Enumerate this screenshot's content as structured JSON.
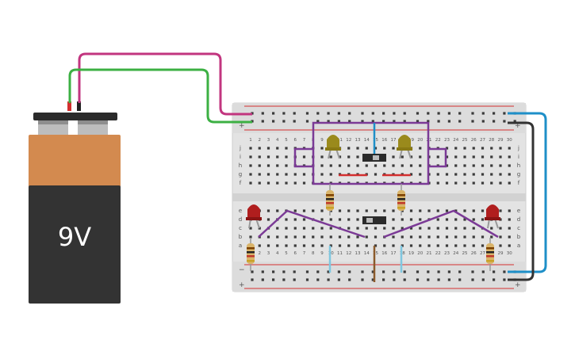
{
  "battery": {
    "label": "9V",
    "colors": {
      "top": "#d38a4f",
      "bottom": "#333333",
      "terminal": "#bdbdbd",
      "cap": "#2b2b2b"
    }
  },
  "breadboard": {
    "columns": [
      "1",
      "2",
      "3",
      "4",
      "5",
      "6",
      "7",
      "8",
      "9",
      "10",
      "11",
      "12",
      "13",
      "14",
      "15",
      "16",
      "17",
      "18",
      "19",
      "20",
      "21",
      "22",
      "23",
      "24",
      "25",
      "26",
      "27",
      "28",
      "29",
      "30"
    ],
    "rows_top": [
      "j",
      "i",
      "h",
      "g",
      "f"
    ],
    "rows_bottom": [
      "e",
      "d",
      "c",
      "b",
      "a"
    ],
    "rail_plus": "+",
    "rail_minus": "−",
    "colors": {
      "body": "#e6e6e6",
      "rail_red": "#d32f2f",
      "hole": "#3a3a3a"
    }
  },
  "components": {
    "leds_yellow": [
      "yellow-led-left",
      "yellow-led-right"
    ],
    "leds_red": [
      "red-led-left",
      "red-led-right"
    ],
    "resistors": [
      "resistor-top-left",
      "resistor-top-right",
      "resistor-bottom-left",
      "resistor-bottom-right"
    ],
    "switches": [
      "slide-switch-top",
      "slide-switch-bottom"
    ]
  },
  "wire_colors": {
    "magenta": "#c2357f",
    "green": "#3cb043",
    "blue": "#1e8fc8",
    "black": "#333333",
    "purple": "#7b3a96",
    "red": "#d32f2f",
    "brown": "#8b5a2b",
    "lightblue": "#7fc7e0"
  }
}
